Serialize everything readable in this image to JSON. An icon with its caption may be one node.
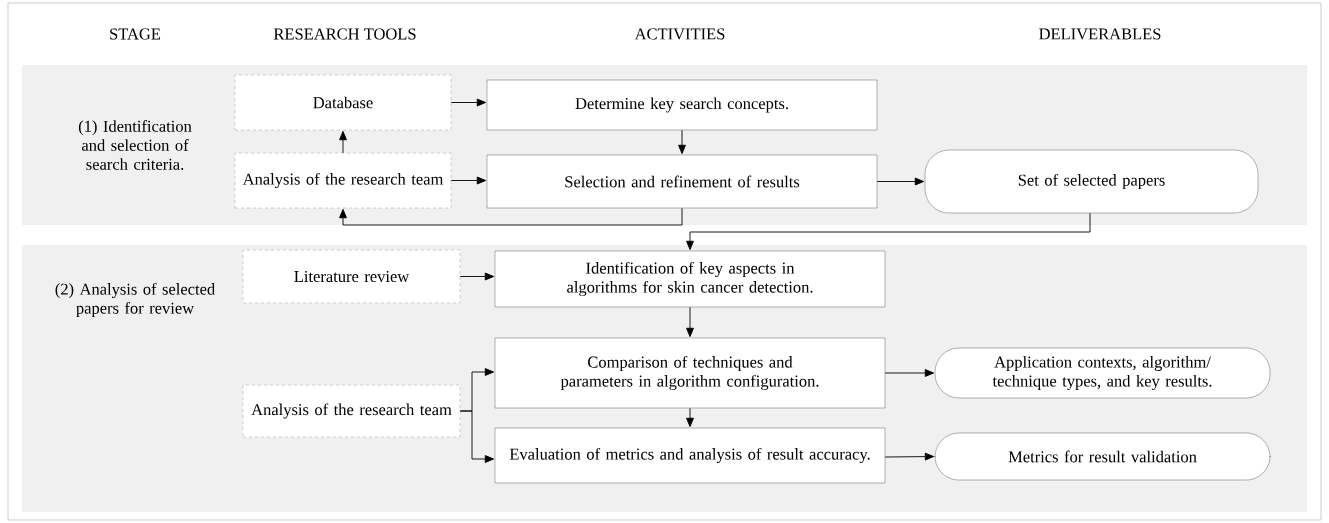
{
  "diagram": {
    "nodes": [
      {
        "text": [
          "(1) Identification and selection of search criteria."
        ]
      },
      {
        "text": [
          "Database"
        ],
        "in": 0
      },
      {
        "text": [
          "Determine key search concepts."
        ],
        "in": 0
      },
      {
        "text": [
          "Analysis of the research team"
        ],
        "in": 0
      },
      {
        "text": [
          "Selection and refinement of results"
        ],
        "in": 0
      },
      {
        "text": [
          "Set of selected papers"
        ],
        "in": 0
      },
      {
        "text": [
          "(2) Analysis of selected papers for review"
        ]
      },
      {
        "text": [
          "Literature review"
        ],
        "in": 6
      },
      {
        "text": [
          "Identification of key aspects in algorithms for skin cancer detection."
        ],
        "in": 6
      },
      {
        "text": [
          "Analysis of the research team"
        ],
        "in": 6
      },
      {
        "text": [
          "Comparison of techniques and parameters in algorithm configuration."
        ],
        "in": 6
      },
      {
        "text": [
          "Application contexts, algorithm/ technique types, and key results."
        ],
        "in": 6
      },
      {
        "text": [
          "Evaluation of metrics and analysis of result accuracy."
        ],
        "in": 6
      },
      {
        "text": [
          "Metrics for result validation"
        ],
        "in": 6
      }
    ],
    "edges": [
      {
        "from": 1,
        "to": 2,
        "arrow": "to"
      },
      {
        "from": 3,
        "to": 1,
        "arrow": "to"
      },
      {
        "from": 3,
        "to": 4,
        "arrow": "to"
      },
      {
        "from": 2,
        "to": 4,
        "arrow": "to"
      },
      {
        "from": 4,
        "to": 5,
        "arrow": "to"
      },
      {
        "from": 4,
        "to": 3,
        "arrow": "to"
      },
      {
        "from": 5,
        "to": 8,
        "arrow": "to"
      },
      {
        "from": 7,
        "to": 8,
        "arrow": "to"
      },
      {
        "from": 8,
        "to": 10,
        "arrow": "to"
      },
      {
        "from": 9,
        "to": 10,
        "arrow": "to"
      },
      {
        "from": 9,
        "to": 12,
        "arrow": "to"
      },
      {
        "from": 10,
        "to": 12,
        "arrow": "to"
      },
      {
        "from": 10,
        "to": 11,
        "arrow": "to"
      },
      {
        "from": 12,
        "to": 13,
        "arrow": "to"
      }
    ],
    "labels": [
      "STAGE",
      "RESEARCH TOOLS",
      "ACTIVITIES",
      "DELIVERABLES"
    ]
  }
}
